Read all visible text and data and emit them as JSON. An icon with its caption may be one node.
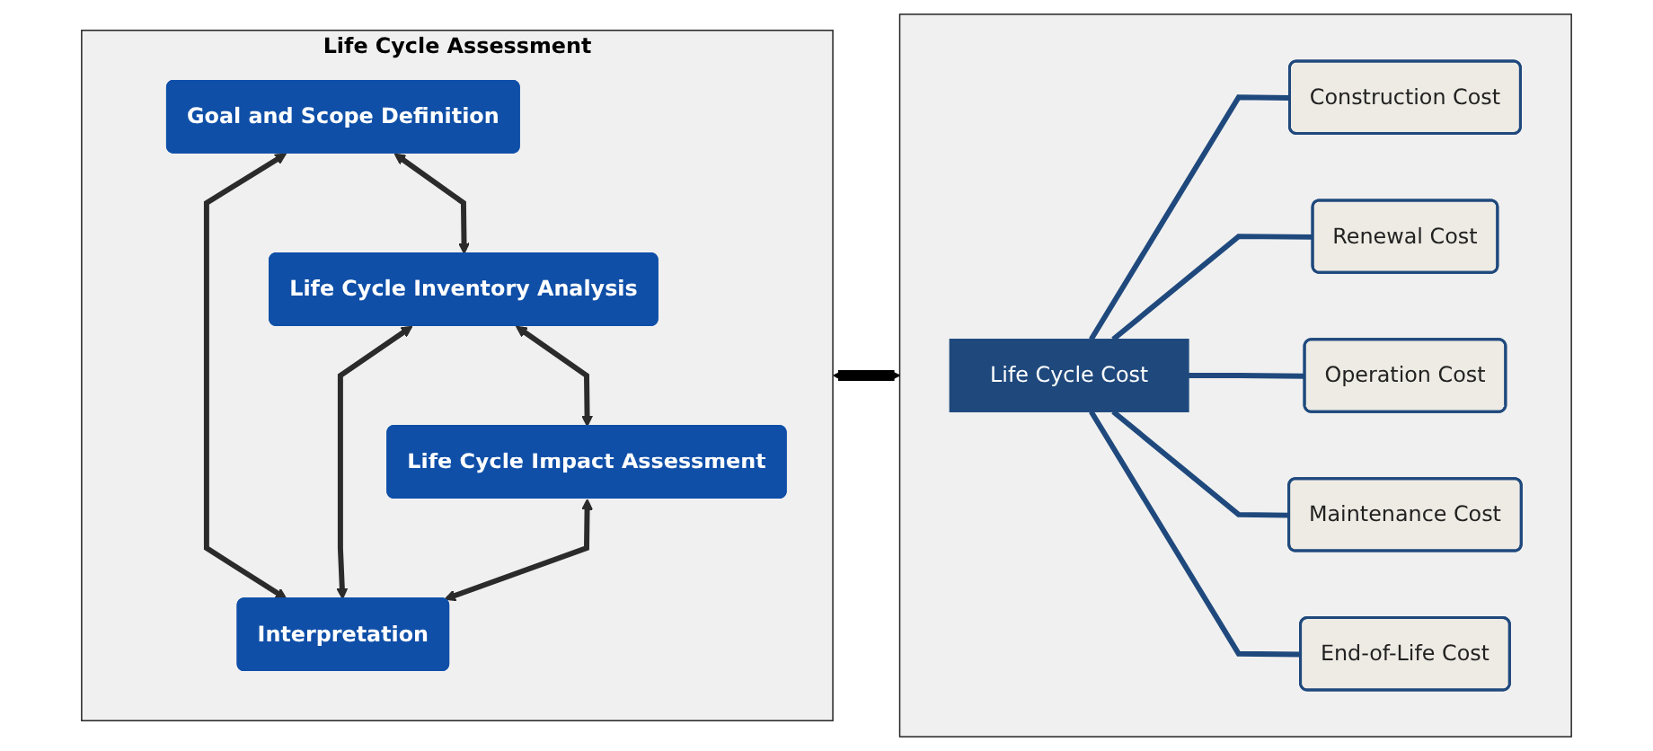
{
  "diagram": {
    "nodes": [
      {
        "text": [
          "Life Cycle Assessment"
        ]
      },
      {
        "text": [
          "Goal and Scope Definition"
        ],
        "in": 0
      },
      {
        "text": [
          "Life Cycle Inventory Analysis"
        ],
        "in": 0
      },
      {
        "text": [
          "Life Cycle Impact Assessment"
        ],
        "in": 0
      },
      {
        "text": [
          "Interpretation"
        ],
        "in": 0
      },
      {
        "text": [],
        "shape": "box"
      },
      {
        "text": [
          "Life Cycle Cost"
        ],
        "in": 5
      },
      {
        "text": [
          "Construction Cost"
        ],
        "in": 5
      },
      {
        "text": [
          "Renewal Cost"
        ],
        "in": 5
      },
      {
        "text": [
          "Operation Cost"
        ],
        "in": 5
      },
      {
        "text": [
          "Maintenance Cost"
        ],
        "in": 5
      },
      {
        "text": [
          "End-of-Life Cost"
        ],
        "in": 5
      }
    ],
    "edges": [
      {
        "from": 1,
        "to": 4,
        "arrow": "both"
      },
      {
        "from": 1,
        "to": 2,
        "arrow": "both"
      },
      {
        "from": 2,
        "to": 4,
        "arrow": "both"
      },
      {
        "from": 2,
        "to": 3,
        "arrow": "both"
      },
      {
        "from": 3,
        "to": 4,
        "arrow": "both"
      },
      {
        "from": 0,
        "to": 5,
        "arrow": "both",
        "style": "thick",
        "color": "#000000"
      },
      {
        "from": 6,
        "to": 7,
        "arrow": "none",
        "color": "#1f497d"
      },
      {
        "from": 6,
        "to": 8,
        "arrow": "none",
        "color": "#1f497d"
      },
      {
        "from": 6,
        "to": 9,
        "arrow": "none",
        "color": "#1f497d"
      },
      {
        "from": 6,
        "to": 10,
        "arrow": "none",
        "color": "#1f497d"
      },
      {
        "from": 6,
        "to": 11,
        "arrow": "none",
        "color": "#1f497d"
      }
    ]
  }
}
